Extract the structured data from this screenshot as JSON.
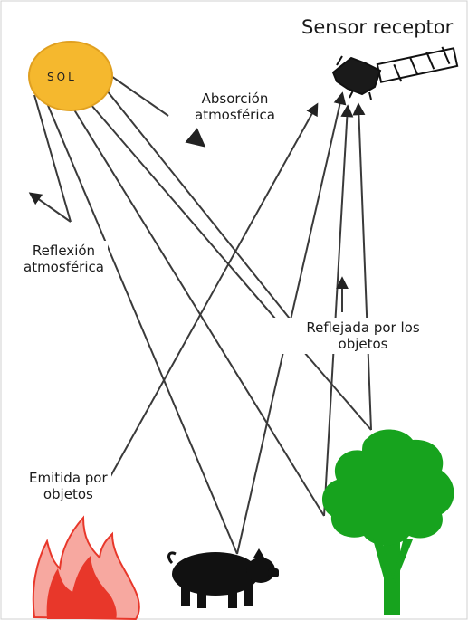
{
  "labels": {
    "sun": "SOL",
    "sensor": "Sensor receptor",
    "absorption": [
      "Absorción",
      "atmosférica"
    ],
    "atm_reflection": [
      "Reflexión",
      "atmosférica"
    ],
    "reflected": [
      "Reflejada por los",
      "objetos"
    ],
    "emitted": [
      "Emitida por",
      "objetos"
    ]
  },
  "colors": {
    "sun_fill": "#f5b82e",
    "tree_green": "#17a31e",
    "fire_red": "#e8372a",
    "fire_orange": "#f7913a",
    "line": "#3a3a3a"
  },
  "icons": [
    "sun-icon",
    "satellite-icon",
    "fire-icon",
    "pig-icon",
    "tree-icon"
  ]
}
